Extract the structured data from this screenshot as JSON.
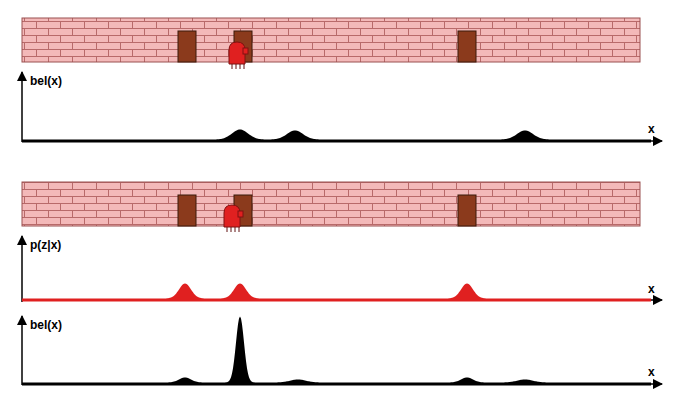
{
  "diagram": {
    "labels": [
      "bel(x)",
      "x",
      "p(z|x)",
      "x",
      "bel(x)",
      "x"
    ]
  }
}
